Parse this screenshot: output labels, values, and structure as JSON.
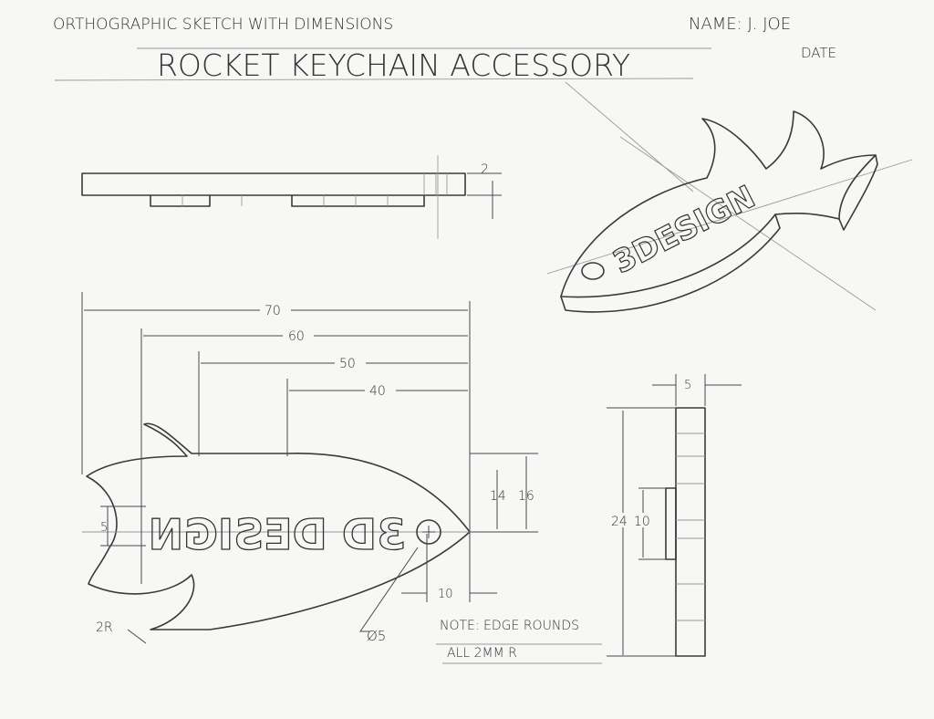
{
  "header": {
    "subtitle": "ORTHOGRAPHIC SKETCH WITH DIMENSIONS",
    "title": "ROCKET KEYCHAIN ACCESSORY",
    "name_label": "NAME: J. JOE",
    "date_label": "DATE"
  },
  "top_view": {
    "thickness_dim": "2"
  },
  "front_view": {
    "dims": {
      "d70": "70",
      "d60": "60",
      "d50": "50",
      "d40": "40",
      "d14": "14",
      "d16": "16",
      "d5": "5",
      "d10": "10",
      "radius": "2R",
      "hole": "Ø5"
    },
    "engraved_text": "3D DESIGN"
  },
  "side_view": {
    "dims": {
      "width": "5",
      "height": "24",
      "boss": "10"
    }
  },
  "iso_view": {
    "engraved_text": "3DESIGN"
  },
  "note": {
    "line1": "NOTE: EDGE ROUNDS",
    "line2": "ALL 2MM R"
  }
}
